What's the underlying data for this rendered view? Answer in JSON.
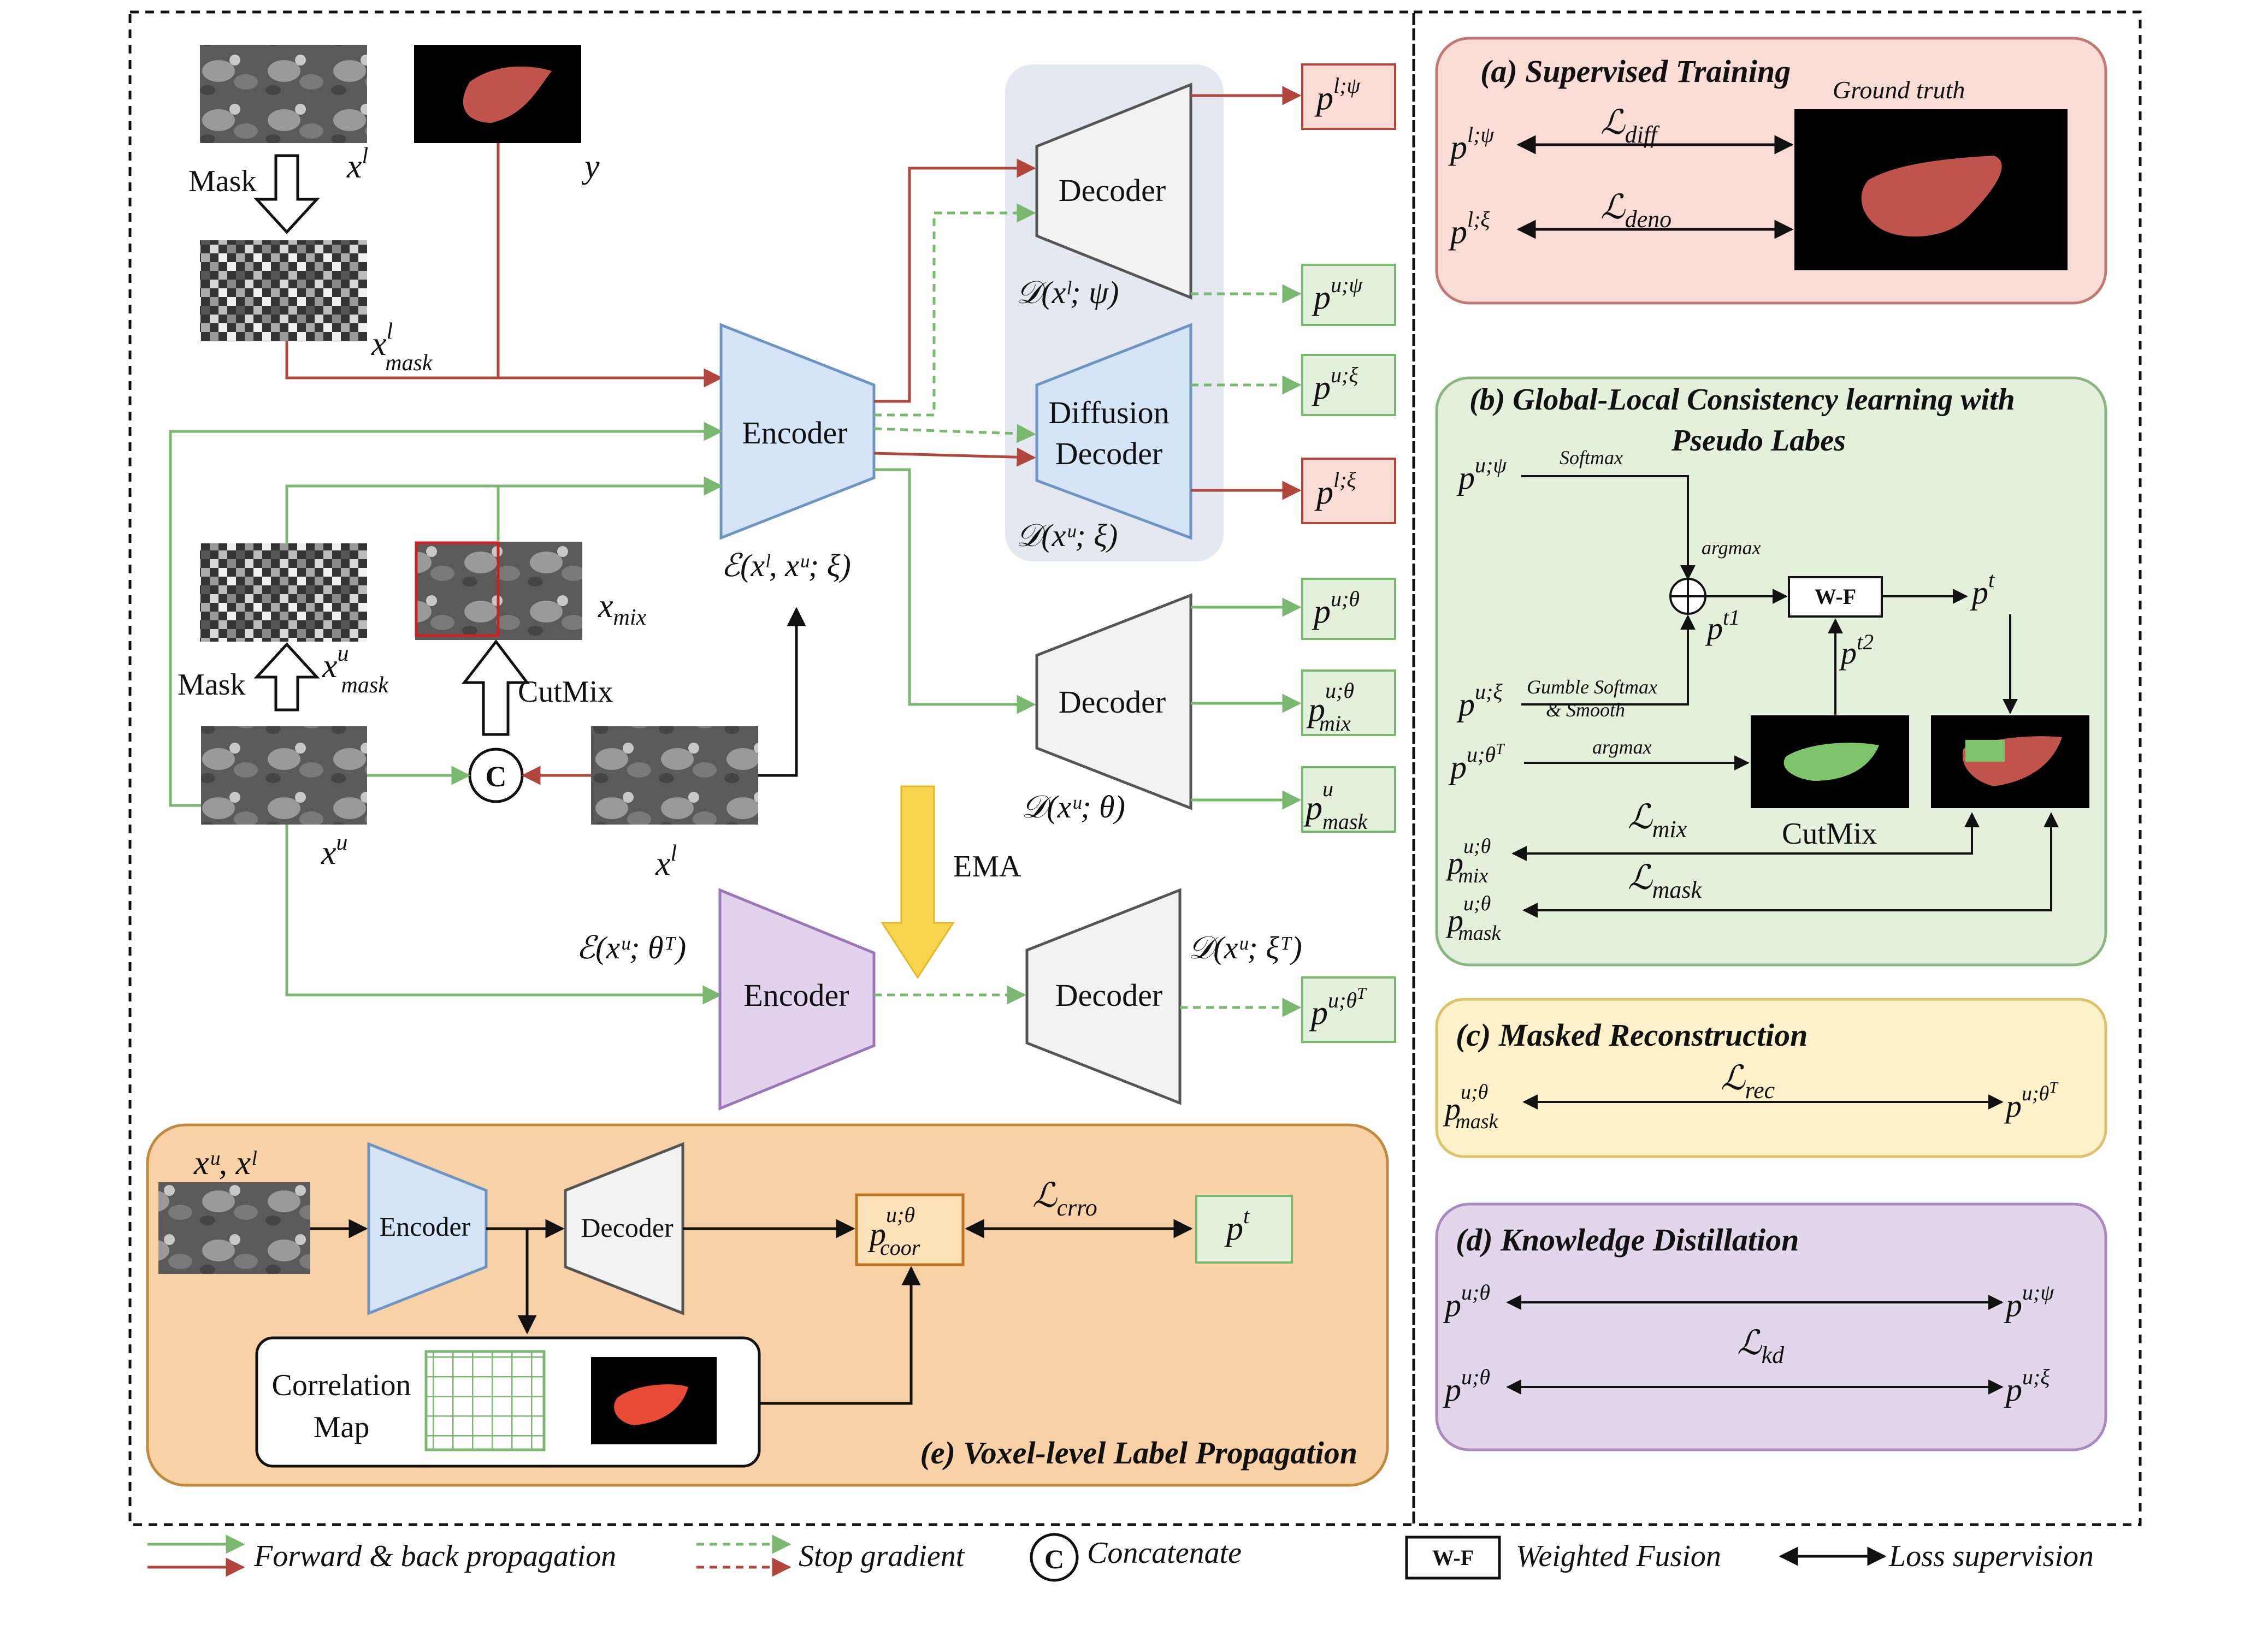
{
  "images": {
    "x_l_top": "x",
    "y_label": "y",
    "mask_label_top": "Mask",
    "mask_label_bottom": "Mask",
    "cutmix_label": "CutMix",
    "ema_label": "EMA",
    "concat_symbol": "C"
  },
  "blocks": {
    "encoder_main": "Encoder",
    "encoder_main_caption": "ℰ(xˡ, xᵘ; ξ)",
    "encoder_ema": "Encoder",
    "encoder_ema_caption": "ℰ(xᵘ; θᵀ)",
    "decoder_psi": "Decoder",
    "decoder_psi_caption": "𝒟(xˡ; ψ)",
    "diffusion_decoder_l1": "Diffusion",
    "diffusion_decoder_l2": "Decoder",
    "diffusion_caption": "𝒟(xᵘ; ξ)",
    "decoder_theta": "Decoder",
    "decoder_theta_caption": "𝒟(xᵘ; θ)",
    "decoder_ema": "Decoder",
    "decoder_ema_caption": "𝒟(xᵘ; ξᵀ)"
  },
  "voxel": {
    "title": "(e) Voxel-level Label Propagation",
    "input_label": "xᵘ, xˡ",
    "encoder": "Encoder",
    "decoder": "Decoder",
    "corr_l1": "Correlation",
    "corr_l2": "Map",
    "loss": "crro"
  },
  "panels": {
    "a": {
      "title": "(a) Supervised Training",
      "gt": "Ground truth",
      "loss1": "diff",
      "loss2": "deno"
    },
    "b": {
      "title_l1": "(b) Global-Local Consistency learning with",
      "title_l2": "Pseudo Labes",
      "softmax": "Softmax",
      "argmax1": "argmax",
      "gumble_l1": "Gumble Softmax",
      "gumble_l2": "& Smooth",
      "argmax2": "argmax",
      "wf": "W-F",
      "cutmix": "CutMix",
      "loss_mix": "mix",
      "loss_mask": "mask"
    },
    "c": {
      "title": "(c) Masked Reconstruction",
      "loss": "rec"
    },
    "d": {
      "title": "(d) Knowledge Distillation",
      "loss": "kd"
    }
  },
  "legend": {
    "forward": "Forward & back propagation",
    "stop": "Stop gradient",
    "concat_symbol": "C",
    "concat": "Concatenate",
    "wf_box": "W-F",
    "wf": "Weighted Fusion",
    "loss": "Loss supervision"
  },
  "colors": {
    "green": "#7ab870",
    "red": "#b0463c",
    "panel_a": "#fadcd7",
    "panel_b": "#e2f0dc",
    "panel_c": "#fdf1c9",
    "panel_d": "#e3d6ea",
    "panel_e": "#f8d2a6",
    "encoder_blue": "#d5e4f6",
    "encoder_purple": "#e2d2ee",
    "decoder_gray": "#f2f2f2",
    "ema_arrow": "#f9d44d"
  }
}
